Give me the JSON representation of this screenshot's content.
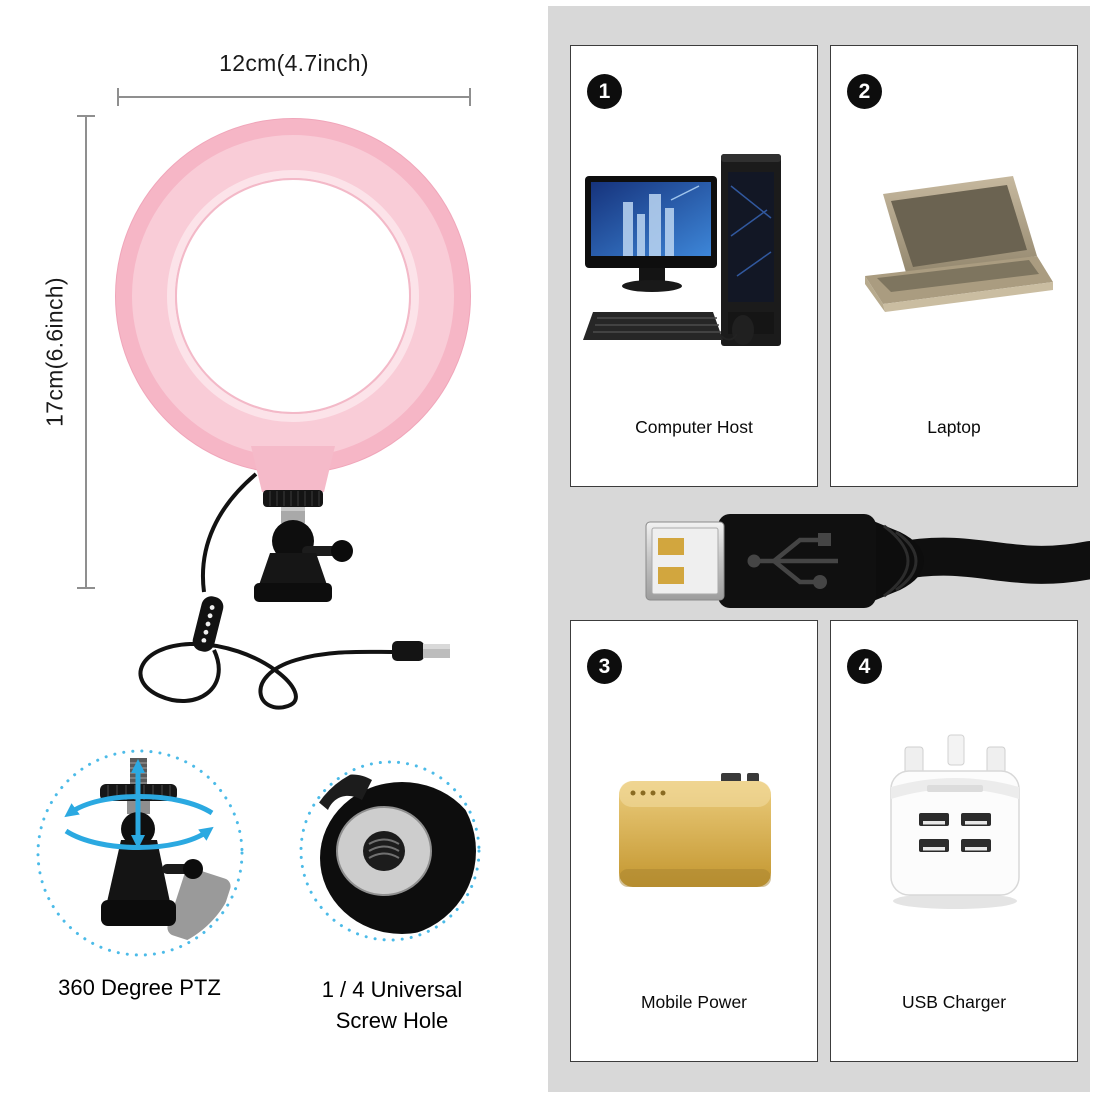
{
  "dimensions": {
    "width_label": "12cm(4.7inch)",
    "height_label": "17cm(6.6inch)"
  },
  "callouts": [
    {
      "label": "360 Degree PTZ",
      "icon": "ball-head-rotation"
    },
    {
      "label": "1 / 4 Universal\nScrew Hole",
      "icon": "quarter-inch-screw-hole"
    }
  ],
  "panel": {
    "items": [
      {
        "number": "1",
        "label": "Computer Host",
        "icon": "desktop-computer"
      },
      {
        "number": "2",
        "label": "Laptop",
        "icon": "laptop"
      },
      {
        "number": "3",
        "label": "Mobile Power",
        "icon": "power-bank"
      },
      {
        "number": "4",
        "label": "USB Charger",
        "icon": "uk-usb-charger"
      }
    ],
    "connector_icon": "usb-plug-cable"
  },
  "colors": {
    "ring_pink": "#f6b6c6",
    "ring_pink_light": "#fce3e9",
    "panel_gray": "#d8d8d8",
    "accent_blue": "#2ba9e1",
    "badge_black": "#0d0d0d",
    "contact_gold": "#d2a63e",
    "power_bank_gold": "#d9ab4e"
  }
}
